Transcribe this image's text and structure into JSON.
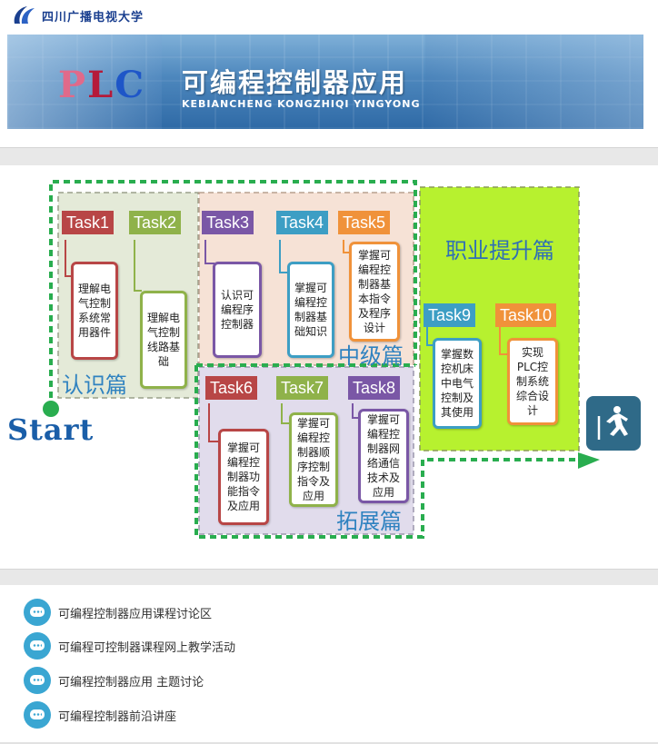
{
  "header": {
    "school_name": "四川广播电视大学"
  },
  "banner": {
    "logo_text": "PLC",
    "logo_letters": [
      "P",
      "L",
      "C"
    ],
    "title": "可编程控制器应用",
    "subtitle": "KEBIANCHENG KONGZHIQI YINGYONG"
  },
  "diagram": {
    "start_label": "Start",
    "sections": {
      "basic": "认识篇",
      "intermediate": "中级篇",
      "extended": "拓展篇",
      "career": "职业提升篇"
    },
    "tasks": [
      {
        "label": "Task1",
        "desc": "理解电气控制系统常用器件",
        "color": "#b84646"
      },
      {
        "label": "Task2",
        "desc": "理解电气控制线路基础",
        "color": "#8fb24a"
      },
      {
        "label": "Task3",
        "desc": "认识可编程序控制器",
        "color": "#7a57a6"
      },
      {
        "label": "Task4",
        "desc": "掌握可编程控制器基础知识",
        "color": "#3d9ec4"
      },
      {
        "label": "Task5",
        "desc": "掌握可编程控制器基本指令及程序设计",
        "color": "#f0923a"
      },
      {
        "label": "Task6",
        "desc": "掌握可编程控制器功能指令及应用",
        "color": "#b84646"
      },
      {
        "label": "Task7",
        "desc": "掌握可编程控制器顺序控制指令及应用",
        "color": "#8fb24a"
      },
      {
        "label": "Task8",
        "desc": "掌握可编程控制器网络通信技术及应用",
        "color": "#7a57a6"
      },
      {
        "label": "Task9",
        "desc": "掌握数控机床中电气控制及其使用",
        "color": "#3d9ec4"
      },
      {
        "label": "Task10",
        "desc": "实现PLC控制系统综合设计",
        "color": "#f0923a"
      }
    ],
    "exit_icon": "exit-running-man-icon"
  },
  "links": [
    {
      "text": "可编程控制器应用课程讨论区",
      "icon": "chat-bubble-icon"
    },
    {
      "text": "可编程可控制器课程网上教学活动",
      "icon": "chat-bubble-icon"
    },
    {
      "text": "可编程控制器应用 主题讨论",
      "icon": "chat-bubble-icon"
    },
    {
      "text": "可编程控制器前沿讲座",
      "icon": "chat-bubble-icon"
    }
  ]
}
